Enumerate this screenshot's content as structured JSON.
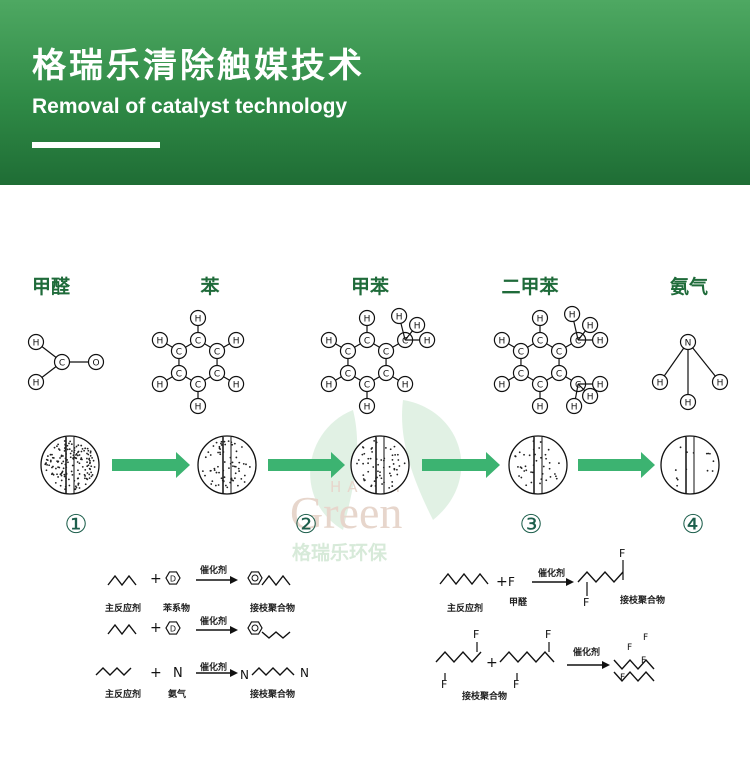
{
  "header": {
    "title": "格瑞乐清除触媒技术",
    "subtitle": "Removal of catalyst technology"
  },
  "compounds": [
    {
      "name": "甲醛"
    },
    {
      "name": "苯"
    },
    {
      "name": "甲苯"
    },
    {
      "name": "二甲苯"
    },
    {
      "name": "氨气"
    }
  ],
  "atoms": {
    "hydrogen": "H",
    "carbon": "C",
    "oxygen": "O",
    "nitrogen": "N",
    "fluorine": "F",
    "benzene_ring_symbol": "D"
  },
  "steps": [
    "①",
    "②",
    "③",
    "④"
  ],
  "watermark": {
    "line1": "HAPPY",
    "line2": "Green",
    "line3": "格瑞乐环保"
  },
  "reactions": {
    "catalyst": "催化剂",
    "main_reactant": "主反应剂",
    "benzene_series": "苯系物",
    "graft_polymer": "接枝聚合物",
    "ammonia": "氨气",
    "formaldehyde": "甲醛",
    "plus": "+"
  },
  "colors": {
    "banner": "#2f8a46",
    "arrow": "#3cb371",
    "label": "#1f6b3a"
  }
}
